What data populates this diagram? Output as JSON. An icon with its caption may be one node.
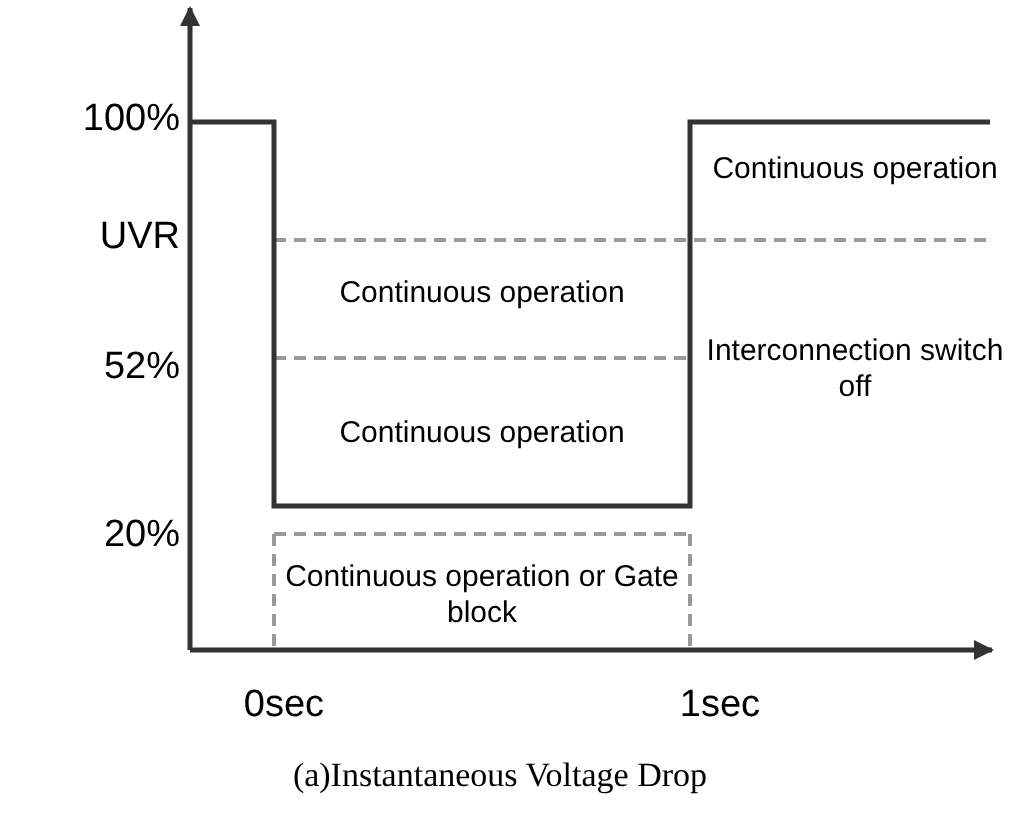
{
  "diagram": {
    "caption": "(a)Instantaneous Voltage Drop",
    "labels": [
      "100%",
      "Continuous operation",
      "UVR",
      "Continuous operation",
      "52%",
      "Interconnection switch off",
      "Continuous operation",
      "20%",
      "Continuous operation or Gate block",
      "0sec",
      "1sec"
    ]
  }
}
